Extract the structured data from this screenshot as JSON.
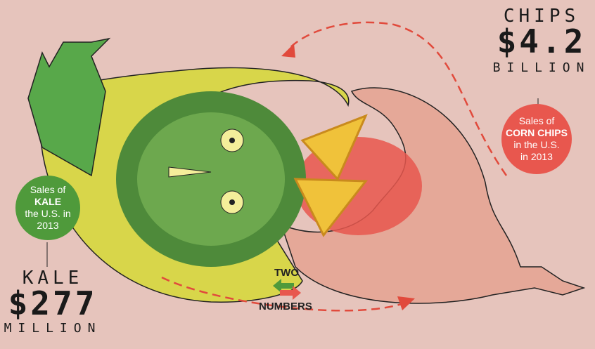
{
  "chips": {
    "title": "CHIPS",
    "amount": "$4.2",
    "unit": "BILLION",
    "bubble": {
      "line1": "Sales of",
      "highlight": "CORN CHIPS",
      "line3": "in the U.S.",
      "line4": "in 2013"
    },
    "color": "#e8574e"
  },
  "kale": {
    "title": "KALE",
    "amount": "$277",
    "unit": "MILLION",
    "bubble": {
      "line1": "Sales of",
      "highlight": "KALE",
      "line3": "the U.S. in",
      "line4": "2013"
    },
    "color": "#4f9a3b"
  },
  "center_label": {
    "top": "TWO",
    "bottom": "NUMBERS"
  }
}
